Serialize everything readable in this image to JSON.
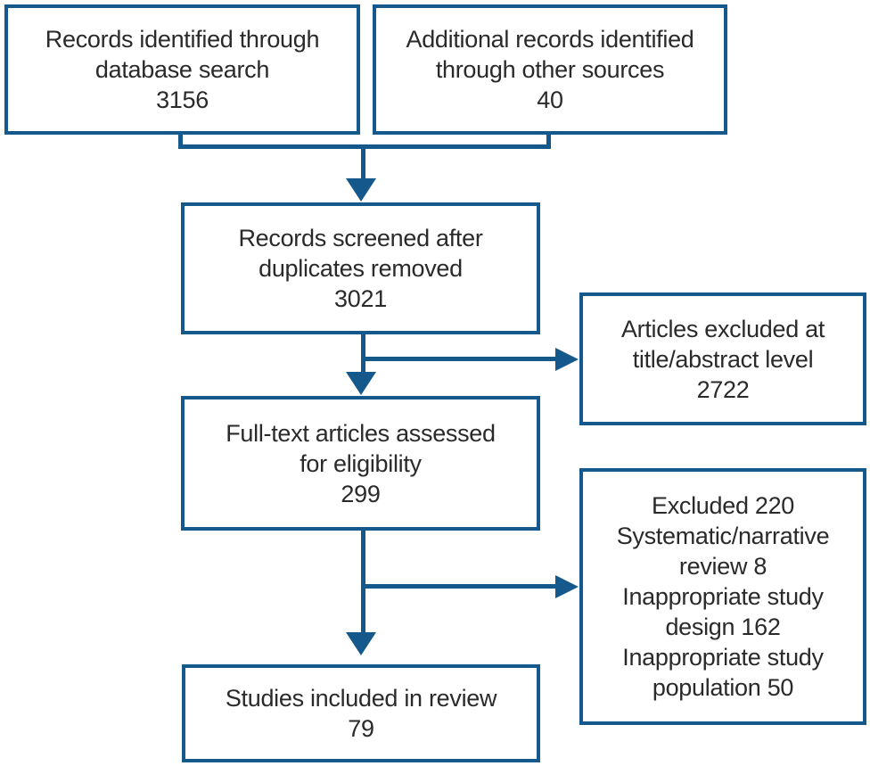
{
  "colors": {
    "line": "#15598c",
    "text": "#2a2a2a",
    "background": "#ffffff",
    "box_background": "#ffffff"
  },
  "nodes": [
    {
      "id": "records-identified-database",
      "text": "Records identified through\ndatabase search\n3156"
    },
    {
      "id": "records-identified-other",
      "text": "Additional records identified\nthrough other sources\n40"
    },
    {
      "id": "records-screened",
      "text": "Records screened after\nduplicates removed\n3021"
    },
    {
      "id": "excluded-title-abstract",
      "text": "Articles excluded at\ntitle/abstract level\n2722"
    },
    {
      "id": "fulltext-assessed",
      "text": "Full-text articles assessed\nfor eligibility\n299"
    },
    {
      "id": "fulltext-excluded-reasons",
      "text": "Excluded 220\nSystematic/narrative\nreview 8\nInappropriate study\ndesign 162\nInappropriate study\npopulation 50"
    },
    {
      "id": "studies-included",
      "text": "Studies included in review\n79"
    }
  ]
}
